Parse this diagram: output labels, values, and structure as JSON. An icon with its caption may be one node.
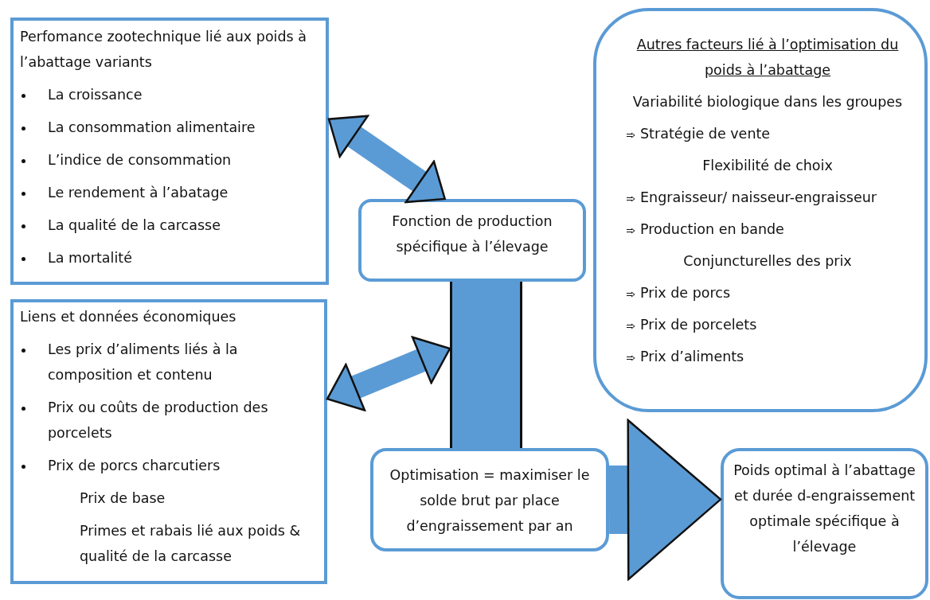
{
  "diagram": {
    "nodes": [
      {
        "text": [
          "Perfomance zootechnique lié aux poids à l’abattage variants",
          "La croissance",
          "La consommation alimentaire",
          "L’indice de consommation",
          "Le rendement à l’abatage",
          "La qualité de la carcasse",
          "La mortalité"
        ]
      },
      {
        "text": [
          "Autres facteurs lié à l’optimisation du poids à l’abattage",
          "Variabilité biologique dans les groupes",
          "Stratégie de vente",
          "Flexibilité de choix",
          "Engraisseur/ naisseur-engraisseur",
          "Production en bande",
          "Conjuncturelles des prix",
          "Prix de porcs",
          "Prix de porcelets",
          "Prix d’aliments"
        ]
      },
      {
        "text": [
          "Fonction de production spécifique à l’élevage"
        ]
      },
      {
        "text": [],
        "shape": "bar"
      },
      {
        "text": [
          "Liens et données économiques",
          "Les prix d’aliments liés à la composition et contenu",
          "Prix ou coûts de production des porcelets",
          "Prix de porcs charcutiers",
          "Prix de base",
          "Primes et rabais lié aux poids & qualité de la carcasse"
        ]
      },
      {
        "text": [
          "Optimisation = maximiser le solde brut par place d’engraissement par an"
        ]
      },
      {
        "text": [
          "Poids optimal à l’abattage et durée d-engraissement optimale spécifique à l’élevage"
        ]
      }
    ],
    "edges": [
      {
        "from": 0,
        "to": 2,
        "arrow": "both"
      },
      {
        "from": 4,
        "to": 3,
        "arrow": "both"
      },
      {
        "from": 5,
        "to": 6,
        "arrow": "to"
      }
    ]
  }
}
